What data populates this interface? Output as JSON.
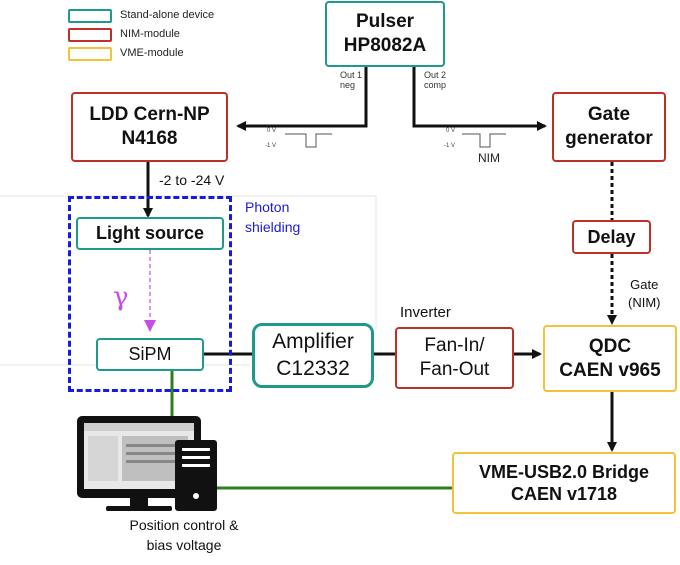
{
  "legend": {
    "items": [
      {
        "label": "Stand-alone device",
        "color": "#1f9a8a"
      },
      {
        "label": "NIM-module",
        "color": "#c0302b"
      },
      {
        "label": "VME-module",
        "color": "#f2c23a"
      }
    ]
  },
  "boxes": {
    "pulser": {
      "line1": "Pulser",
      "line2": "HP8082A"
    },
    "ldd": {
      "line1": "LDD Cern-NP",
      "line2": "N4168"
    },
    "gate_gen": {
      "line1": "Gate",
      "line2": "generator"
    },
    "light_source": {
      "label": "Light source"
    },
    "delay": {
      "label": "Delay"
    },
    "sipm": {
      "label": "SiPM"
    },
    "amplifier": {
      "line1": "Amplifier",
      "line2": "C12332"
    },
    "fanin": {
      "line1": "Fan-In/",
      "line2": "Fan-Out"
    },
    "qdc": {
      "line1": "QDC",
      "line2": "CAEN v965"
    },
    "bridge": {
      "line1": "VME-USB2.0 Bridge",
      "line2": "CAEN v1718"
    }
  },
  "labels": {
    "out1_line1": "Out 1",
    "out1_line2": "neg",
    "out2_line1": "Out 2",
    "out2_line2": "comp",
    "voltage_range": "-2 to -24 V",
    "photon_line1": "Photon",
    "photon_line2": "shielding",
    "gamma": "γ",
    "inverter": "Inverter",
    "gate_line1": "Gate",
    "gate_line2": "(NIM)",
    "nim": "NIM",
    "pulse_0v": "0 V",
    "pulse_1v": "-1 V",
    "computer_line1": "Position control &",
    "computer_line2": "bias voltage"
  },
  "colors": {
    "teal": "#1f9a8a",
    "red": "#c0302b",
    "yellow": "#f2c23a",
    "blue_dashed": "#1a1adc",
    "green_cable": "#2e7d1f",
    "violet_photon": "#c64ee6"
  }
}
